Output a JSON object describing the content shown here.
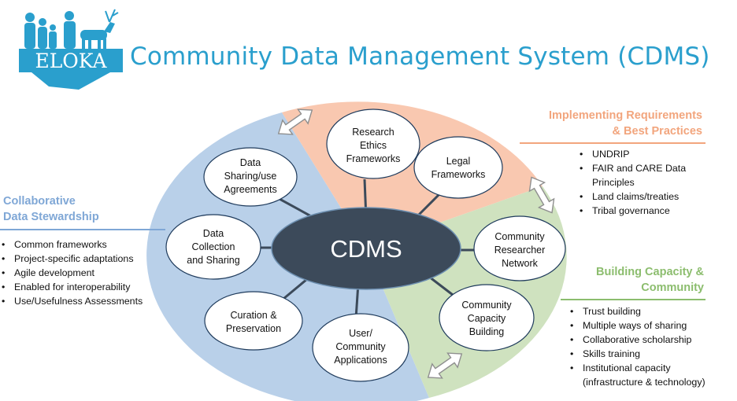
{
  "logo": {
    "text": "ELOKA",
    "icon": "people-and-caribou-silhouette"
  },
  "title": "Community Data Management System (CDMS)",
  "center": {
    "label": "CDMS"
  },
  "nodes": {
    "research_ethics": "Research Ethics Frameworks",
    "legal": "Legal Frameworks",
    "data_sharing": "Data Sharing/use Agreements",
    "data_collection": "Data Collection and Sharing",
    "community_researcher": "Community Researcher Network",
    "curation": "Curation & Preservation",
    "community_capacity": "Community Capacity Building",
    "user_apps": "User/ Community Applications"
  },
  "sections": {
    "collaborative": {
      "heading_line1": "Collaborative",
      "heading_line2": "Data Stewardship",
      "items": [
        "Common frameworks",
        "Project-specific adaptations",
        "Agile development",
        "Enabled for interoperability",
        "Use/Usefulness Assessments"
      ]
    },
    "implementing": {
      "heading_line1": "Implementing Requirements",
      "heading_line2": "& Best Practices",
      "items": [
        "UNDRIP",
        "FAIR and CARE Data",
        "Principles",
        "Land claims/treaties",
        "Tribal governance"
      ]
    },
    "building": {
      "heading_line1": "Building Capacity &",
      "heading_line2": "Community",
      "items": [
        "Trust building",
        "Multiple ways of sharing",
        "Collaborative scholarship",
        "Skills training",
        "Institutional capacity",
        "(infrastructure & technology)"
      ]
    }
  },
  "colors": {
    "blue_sector": "#b9d0e9",
    "orange_sector": "#f9c8b0",
    "green_sector": "#cfe2bf",
    "center_fill": "#3c4a5a",
    "spoke": "#3c4a5a",
    "title": "#2a9fcd",
    "blue_head": "#7fa7d6",
    "orange_head": "#f2a57d",
    "green_head": "#8cbd6e"
  }
}
